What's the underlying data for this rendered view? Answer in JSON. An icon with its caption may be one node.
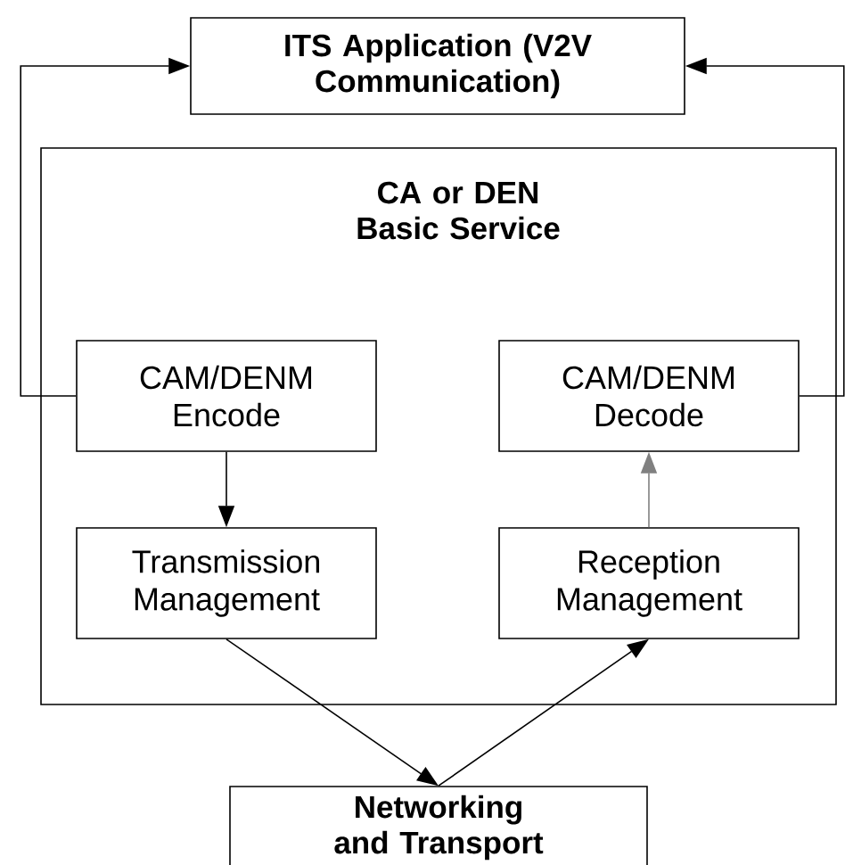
{
  "diagram": {
    "nodes": [
      {
        "text": [
          "ITS Application (V2V Communication)"
        ]
      },
      {
        "text": [
          "CA or DEN Basic Service"
        ]
      },
      {
        "text": [
          "CAM/DENM Encode"
        ],
        "in": 1
      },
      {
        "text": [
          "CAM/DENM Decode"
        ],
        "in": 1
      },
      {
        "text": [
          "Transmission Management"
        ],
        "in": 1
      },
      {
        "text": [
          "Reception Management"
        ],
        "in": 1
      },
      {
        "text": [
          "Networking and Transport"
        ]
      }
    ],
    "edges": [
      {
        "from": 2,
        "to": 0,
        "arrow": "to"
      },
      {
        "from": 3,
        "to": 0,
        "arrow": "to"
      },
      {
        "from": 2,
        "to": 4,
        "arrow": "to"
      },
      {
        "from": 4,
        "to": 6,
        "arrow": "to"
      },
      {
        "from": 6,
        "to": 5,
        "arrow": "to"
      },
      {
        "from": 5,
        "to": 3,
        "arrow": "to",
        "color": "#808080"
      }
    ]
  }
}
